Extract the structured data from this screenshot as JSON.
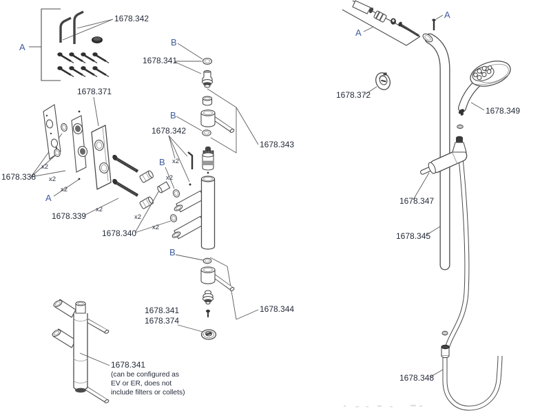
{
  "diagram": "exploded-parts-diagram-shower-valve-and-rail-kit",
  "colors": {
    "background": "#ffffff",
    "line": "#4a4a4a",
    "dark_part": "#333333",
    "part_number_text": "#232a38",
    "reference_letter_text": "#3d5b9c"
  },
  "letters": {
    "a": "A",
    "b": "B"
  },
  "x2": "x2",
  "parts": {
    "p342": "1678.342",
    "p371": "1678.371",
    "p338": "1678.338",
    "p339": "1678.339",
    "p340": "1678.340",
    "p341": "1678.341",
    "p343": "1678.343",
    "p344": "1678.344",
    "p374": "1678.374",
    "p345": "1678.345",
    "p347": "1678.347",
    "p348": "1678.348",
    "p349": "1678.349",
    "p372": "1678.372"
  },
  "note": {
    "line1": "(can be configured as",
    "line2": "EV or ER, does not",
    "line3": "include filters or collets)"
  }
}
